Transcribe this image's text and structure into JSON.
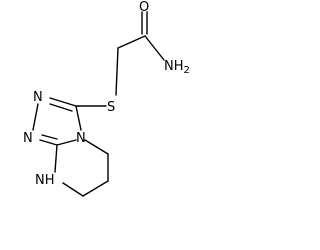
{
  "molecule": {
    "atoms": {
      "carbonyl_oxygen": "O",
      "amide_nitrogen": "NH2",
      "sulfur": "S",
      "triazole_n1": "N",
      "triazole_n2": "N",
      "bridge_nitrogen": "N",
      "ring_nh": "NH"
    }
  },
  "colors": {
    "bond": "#000000",
    "label": "#000000",
    "background": "#ffffff"
  }
}
